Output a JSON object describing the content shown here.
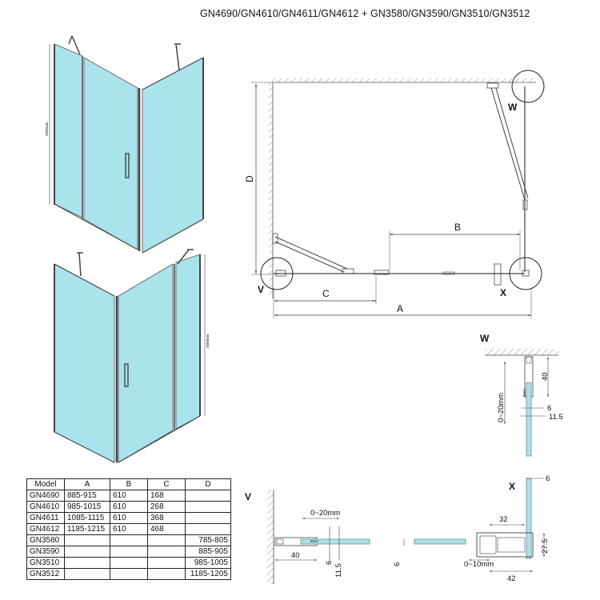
{
  "title": "GN4690/GN4610/GN4611/GN4612 + GN3580/GN3590/GN3510/GN3512",
  "elevations": {
    "upper_height": "2000mm",
    "lower_height": "2000mm"
  },
  "plan": {
    "label_d": "D",
    "label_b": "B",
    "label_c": "C",
    "label_a": "A",
    "label_v": "V",
    "label_w": "W",
    "label_x": "X"
  },
  "detail_w": {
    "title": "W",
    "dim_40": "40",
    "dim_range": "0~20mm",
    "dim_6": "6",
    "dim_11_5": "11.5",
    "mark": "8mm"
  },
  "detail_v": {
    "title": "V",
    "dim_range": "0~20mm",
    "dim_40": "40",
    "dim_6": "6",
    "dim_11_5": "11.5",
    "dim_6_left": "6",
    "mark": "8mm"
  },
  "detail_x": {
    "title": "X",
    "dim_6": "6",
    "dim_32": "32",
    "dim_27_5": "27.5",
    "dim_range": "0~10mm",
    "dim_42": "42"
  },
  "table": {
    "headers": [
      "Model",
      "A",
      "B",
      "C",
      "D"
    ],
    "rows": [
      [
        "GN4690",
        "885-915",
        "610",
        "168",
        ""
      ],
      [
        "GN4610",
        "985-1015",
        "610",
        "268",
        ""
      ],
      [
        "GN4611",
        "1085-1115",
        "610",
        "368",
        ""
      ],
      [
        "GN4612",
        "1185-1215",
        "610",
        "468",
        ""
      ],
      [
        "GN3580",
        "",
        "",
        "",
        "785-805"
      ],
      [
        "GN3590",
        "",
        "",
        "",
        "885-905"
      ],
      [
        "GN3510",
        "",
        "",
        "",
        "985-1005"
      ],
      [
        "GN3512",
        "",
        "",
        "",
        "1185-1205"
      ]
    ]
  },
  "colors": {
    "glass": "#a9e3ec",
    "glass_dark": "#7fcfdc",
    "line": "#333333"
  }
}
